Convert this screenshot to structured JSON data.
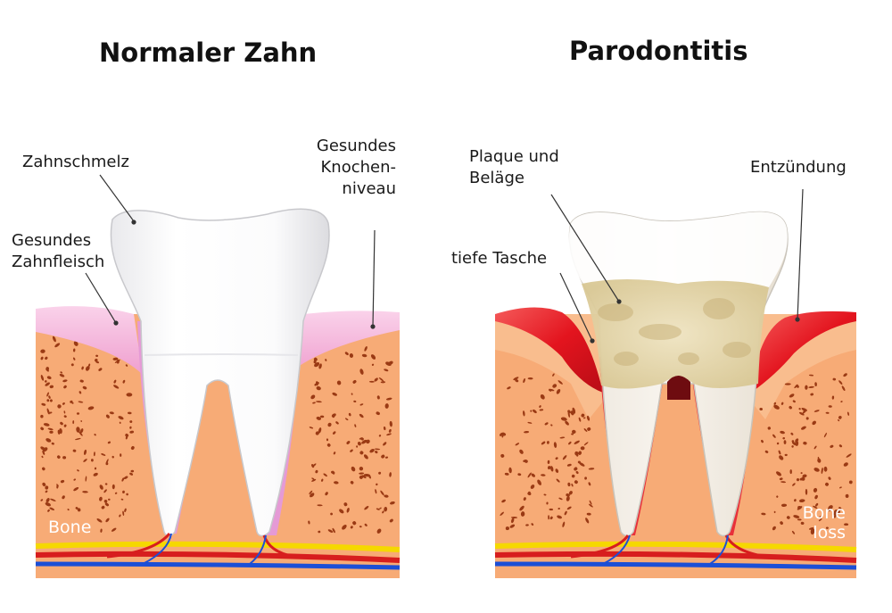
{
  "panels": [
    {
      "title": "Normaler Zahn",
      "labels": {
        "enamel": "Zahnschmelz",
        "gum_line1": "Gesundes",
        "gum_line2": "Zahnfleisch",
        "bone_level_line1": "Gesundes",
        "bone_level_line2": "Knochen-",
        "bone_level_line3": "niveau",
        "bone": "Bone"
      }
    },
    {
      "title": "Parodontitis",
      "labels": {
        "plaque_line1": "Plaque und",
        "plaque_line2": "Beläge",
        "inflammation": "Entzündung",
        "pocket": "tiefe Tasche",
        "bone_loss_line1": "Bone",
        "bone_loss_line2": "loss"
      }
    }
  ],
  "colors": {
    "bone": "#f7ab76",
    "pores": "#9a3a14",
    "healthy_gum": "#f4b6dc",
    "inflamed_gum": "#e8202a",
    "enamel": "#ffffff",
    "plaque": "#e8d8a8",
    "nerve": "#f5d800",
    "artery": "#d71e1e",
    "vein": "#1c4fd6"
  }
}
